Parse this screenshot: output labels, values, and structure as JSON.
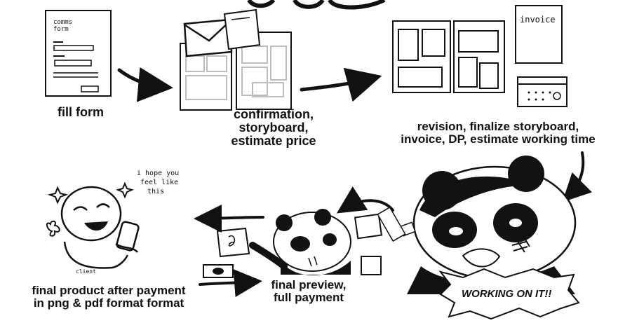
{
  "steps": [
    {
      "label": "fill form"
    },
    {
      "label_lines": [
        "confirmation,",
        "storyboard,",
        "estimate price"
      ]
    },
    {
      "label_lines": [
        "revision, finalize storyboard,",
        "invoice, DP, estimate working time"
      ]
    },
    {
      "label_lines": [
        "final preview,",
        "full payment"
      ]
    },
    {
      "label_lines": [
        "final product after payment",
        "in png & pdf format format"
      ]
    }
  ],
  "sketch_text": {
    "form_title_lines": [
      "comms",
      "form"
    ],
    "invoice_title": "invoice",
    "thought_lines": [
      "i hope you",
      "feel like",
      "this"
    ],
    "client_tag": "client",
    "bubble_text": "WORKING ON IT!!"
  },
  "colors": {
    "ink": "#111111",
    "paper": "#ffffff",
    "panda_black": "#121212",
    "storyboard_grey": "#bdbdbd"
  }
}
